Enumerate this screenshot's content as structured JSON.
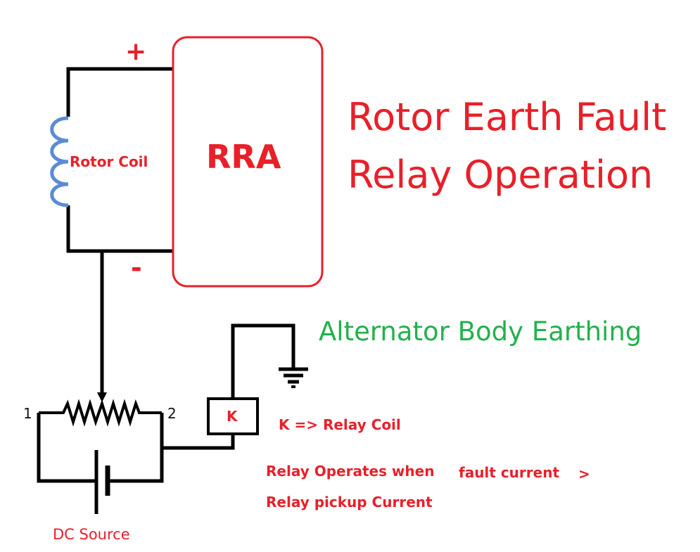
{
  "title": {
    "line1": "Rotor Earth Fault",
    "line2": "Relay Operation"
  },
  "labels": {
    "rra": "RRA",
    "rotor_coil": "Rotor Coil",
    "plus": "+",
    "minus": "-",
    "alternator_earthing": "Alternator Body Earthing",
    "relay_coil_symbol": "K",
    "relay_coil_legend": "K => Relay Coil",
    "operate_condition_part1": "Relay Operates when",
    "operate_condition_part2": "fault current",
    "operate_condition_gt": ">",
    "operate_condition_line2": "Relay pickup Current",
    "terminal_1": "1",
    "terminal_2": "2",
    "dc_source": "DC Source"
  },
  "colors": {
    "wire": "#000000",
    "accent_red": "#e8202a",
    "coil_blue": "#5b8bd4",
    "earth_green": "#22b14c"
  }
}
